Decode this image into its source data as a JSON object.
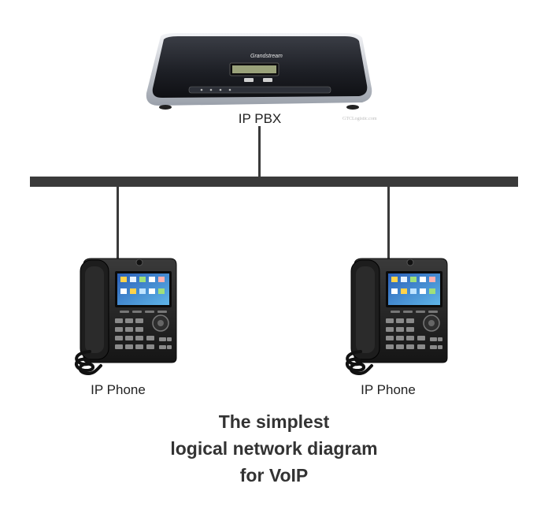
{
  "diagram": {
    "pbx": {
      "label": "IP PBX",
      "brand_text": "Grandstream",
      "watermark": "GTCLogistic.com"
    },
    "phones": [
      {
        "label": "IP Phone"
      },
      {
        "label": "IP Phone"
      }
    ],
    "caption": {
      "line1": "The simplest",
      "line2": "logical network diagram",
      "line3": "for VoIP"
    }
  }
}
